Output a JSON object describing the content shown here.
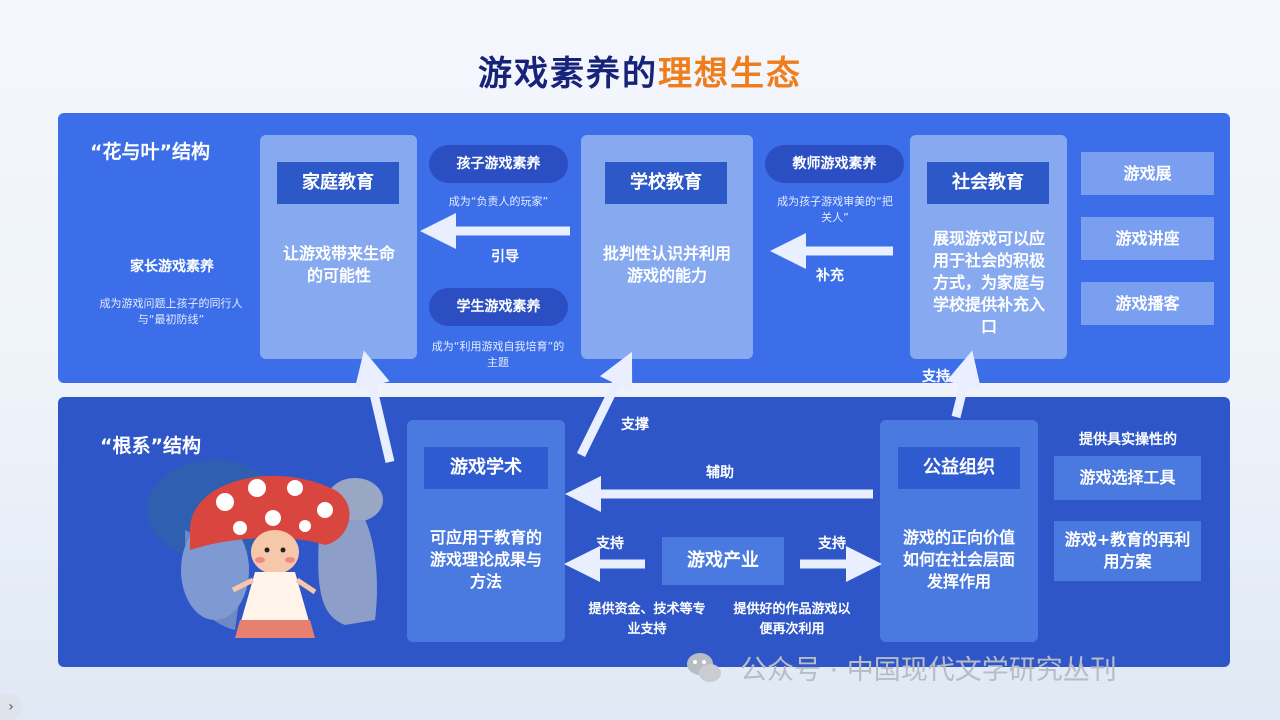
{
  "title": {
    "part1": "游戏素养的",
    "part2": "理想生态"
  },
  "top": {
    "label": "“花与叶”结构",
    "left_text": {
      "title": "家长游戏素养",
      "desc": "成为游戏问题上孩子的同行人与“最初防线”"
    },
    "family": {
      "heading": "家庭教育",
      "body": "让游戏带来生命的可能性"
    },
    "child_pill": {
      "label": "孩子游戏素养",
      "desc": "成为“负责人的玩家”"
    },
    "guide_label": "引导",
    "student_pill": {
      "label": "学生游戏素养",
      "desc": "成为“利用游戏自我培育”的主题"
    },
    "school": {
      "heading": "学校教育",
      "body": "批判性认识并利用游戏的能力"
    },
    "teacher_pill": {
      "label": "教师游戏素养",
      "desc": "成为孩子游戏审美的“把关人”"
    },
    "supplement_label": "补充",
    "society": {
      "heading": "社会教育",
      "body": "展现游戏可以应用于社会的积极方式，为家庭与学校提供补充入口"
    },
    "side_items": [
      "游戏展",
      "游戏讲座",
      "游戏播客"
    ]
  },
  "bottom": {
    "label": "“根系”结构",
    "academic": {
      "heading": "游戏学术",
      "body": "可应用于教育的游戏理论成果与方法"
    },
    "industry": {
      "heading": "游戏产业"
    },
    "charity": {
      "heading": "公益组织",
      "body": "游戏的正向价值如何在社会层面发挥作用"
    },
    "support_label_1": "支撑",
    "support_label_2": "支持",
    "assist_label": "辅助",
    "support_left": "支持",
    "support_right": "支持",
    "industry_left_desc": "提供资金、技术等专业支持",
    "industry_right_desc": "提供好的作品游戏以便再次利用",
    "right_heading": "提供具实操性的",
    "right_items": [
      "游戏选择工具",
      "游戏+教育的再利用方案"
    ]
  },
  "watermark": "公众号 · 中国现代文学研究丛刊"
}
